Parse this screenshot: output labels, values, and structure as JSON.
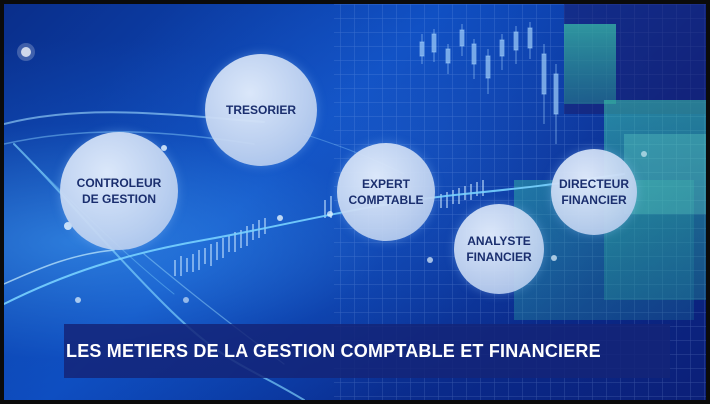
{
  "title": "LES METIERS DE LA GESTION COMPTABLE ET FINANCIERE",
  "bubbles": {
    "tresorier": "TRESORIER",
    "controleur": "CONTROLEUR\nDE GESTION",
    "expert": "EXPERT\nCOMPTABLE",
    "directeur": "DIRECTEUR\nFINANCIER",
    "analyste": "ANALYSTE\nFINANCIER"
  },
  "colors": {
    "background": "#0d4cc0",
    "bubble_fill": "#d2dff5",
    "bubble_text": "#1a2e6e",
    "banner": "#142478",
    "accent_teal": "#36c9a6"
  }
}
